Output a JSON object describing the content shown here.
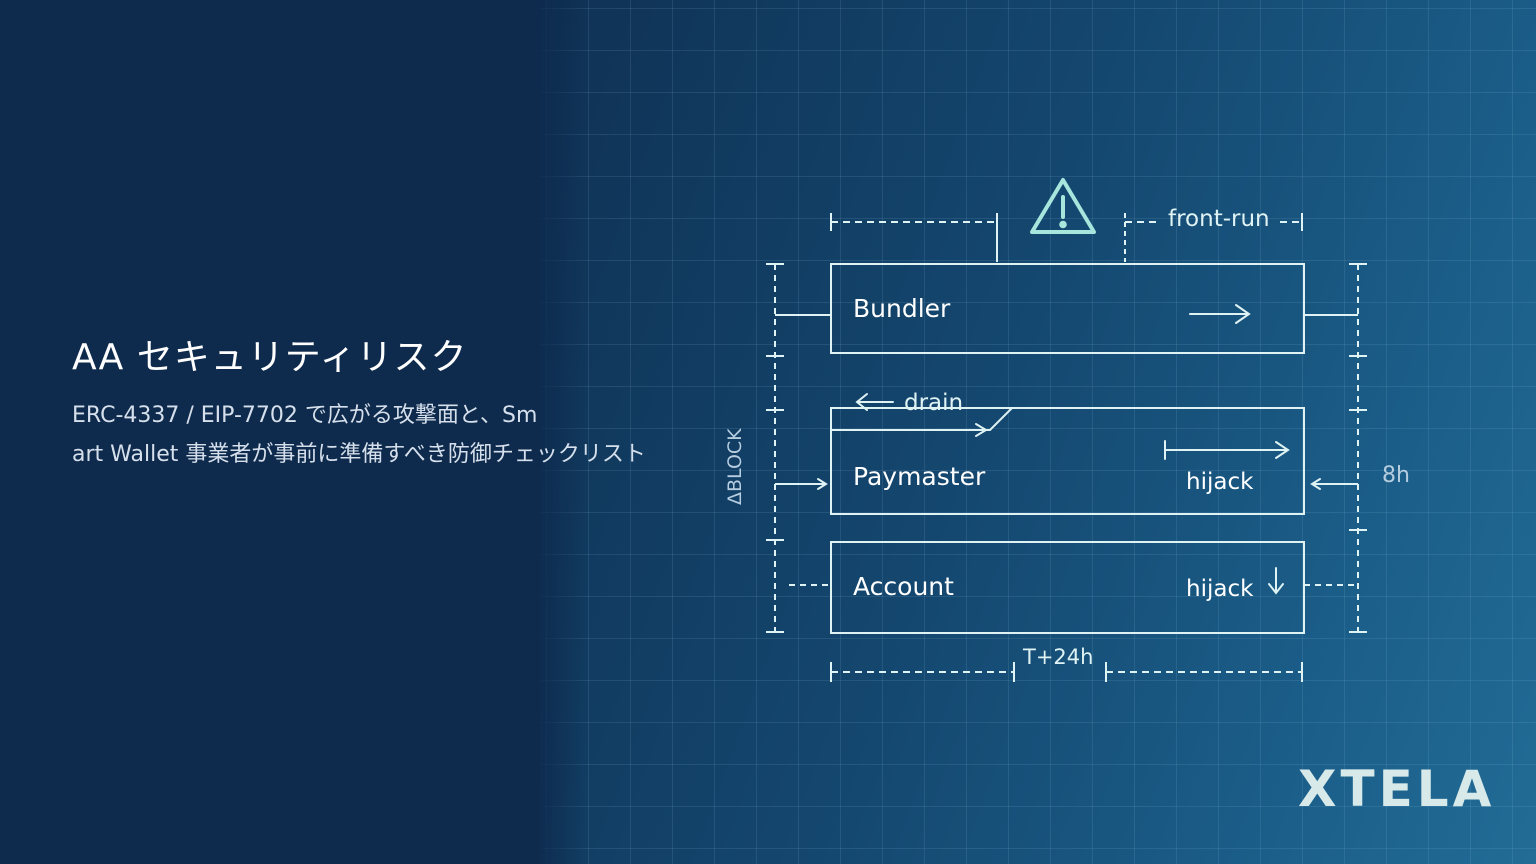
{
  "slide": {
    "title": "AA セキュリティリスク",
    "subtitle_line1": "ERC-4337 / EIP-7702 で広がる攻撃面と、Sm",
    "subtitle_line2": "art Wallet 事業者が事前に準備すべき防御チェックリスト"
  },
  "diagram": {
    "boxes": [
      {
        "label": "Bundler"
      },
      {
        "label": "Paymaster",
        "tag": "hijack"
      },
      {
        "label": "Account",
        "tag": "hijack"
      }
    ],
    "annotations": {
      "front_run": "front-run",
      "drain": "drain",
      "block_axis": "ΔBLOCK",
      "duration_right": "8h",
      "duration_bottom": "T+24h"
    },
    "warning_icon": "warning-triangle-icon"
  },
  "brand": {
    "logo_text": "XTELA"
  },
  "colors": {
    "background_left": "#0e2a4c",
    "diagram_line": "#dff3f4",
    "warning_accent": "#a7e6dc",
    "logo": "#d7eae9"
  }
}
